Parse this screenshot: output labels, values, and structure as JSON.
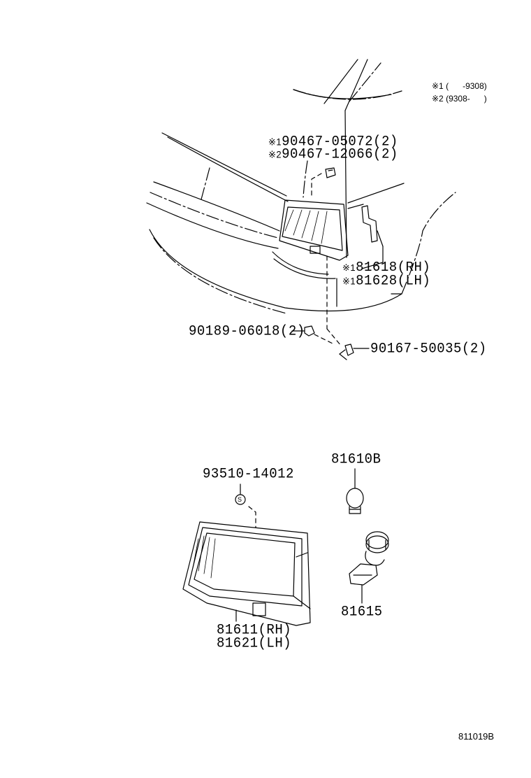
{
  "notes": [
    {
      "mark": "※1",
      "range": "(      -9308)"
    },
    {
      "mark": "※2",
      "range": "(9308-      )"
    }
  ],
  "callouts": {
    "screw_1": {
      "mark": "※1",
      "part": "90467-05072(2)"
    },
    "screw_2": {
      "mark": "※2",
      "part": "90467-12066(2)"
    },
    "lamp_rh": {
      "mark": "※1",
      "part": "81618(RH)"
    },
    "lamp_lh": {
      "mark": "※1",
      "part": "81628(LH)"
    },
    "nut": {
      "part": "90189-06018(2)"
    },
    "bolt": {
      "part": "90167-50035(2)"
    },
    "sticker": {
      "part": "93510-14012"
    },
    "bulb": {
      "part": "81610B"
    },
    "lens_rh": {
      "part": "81611(RH)"
    },
    "lens_lh": {
      "part": "81621(LH)"
    },
    "socket": {
      "part": "81615"
    }
  },
  "sticker_symbol": "S",
  "diagram_code": "811019B"
}
